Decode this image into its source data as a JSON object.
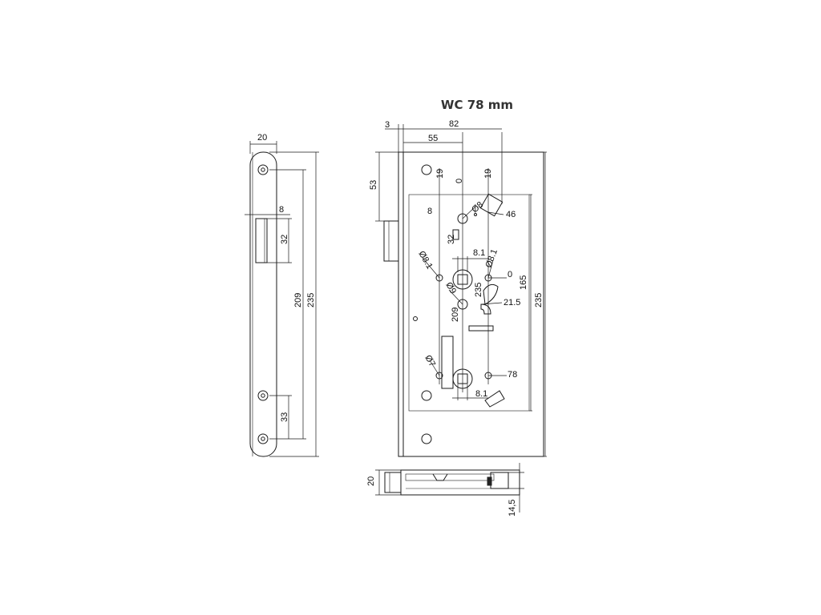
{
  "title": "WC 78 mm",
  "faceplate": {
    "width": "20",
    "latch_offset": "8",
    "latch_height": "32",
    "screw_spacing": "209",
    "total_height": "235",
    "lower_spacing": "33"
  },
  "body": {
    "edge": "3",
    "spacing": "82",
    "backset": "55",
    "top_offset": "53",
    "col_left_19": "19",
    "col_zero": "0",
    "col_right_19": "19",
    "label_8": "8",
    "label_32": "32",
    "dia_8_top": "Ø8",
    "dia_81_left": "Ø8.1",
    "dia_81_right": "Ø8.1",
    "square_81_top": "8.1",
    "dia_9": "Ø9",
    "label_235_inner": "235",
    "label_209": "209",
    "right_46": "46",
    "right_0": "0",
    "right_215": "21.5",
    "right_165": "165",
    "right_78": "78",
    "dia_7": "Ø7",
    "square_81_bottom": "8.1",
    "total_height": "235"
  },
  "side_view": {
    "thickness": "20",
    "depth": "14,5"
  }
}
